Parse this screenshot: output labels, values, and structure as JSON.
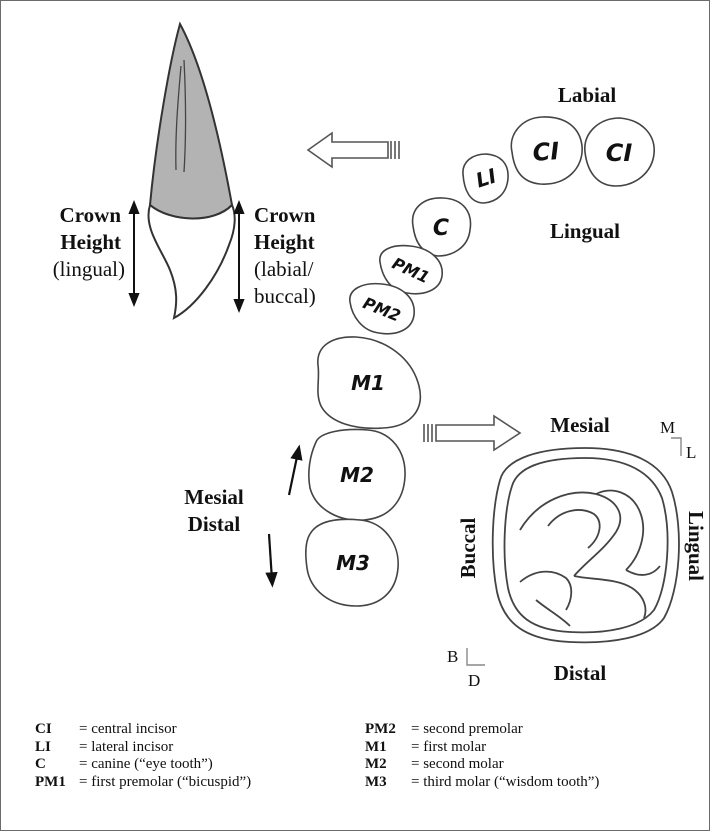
{
  "crown_labels": {
    "left": [
      "Crown",
      "Height",
      "(lingual)"
    ],
    "right": [
      "Crown",
      "Height",
      "(labial/",
      "buccal)"
    ]
  },
  "arch_labels": {
    "top": "Labial",
    "bottom": "Lingual"
  },
  "teeth": [
    "CI",
    "CI",
    "LI",
    "C",
    "PM1",
    "PM2",
    "M1",
    "M2",
    "M3"
  ],
  "mesial_distal": [
    "Mesial",
    "Distal"
  ],
  "molar_view": {
    "top": "Mesial",
    "bottom": "Distal",
    "left": "Buccal",
    "right": "Lingual",
    "orient_top": {
      "a": "M",
      "b": "L"
    },
    "orient_bottom": {
      "a": "B",
      "b": "D"
    }
  },
  "legend": [
    {
      "abbr": "CI",
      "text": "= central incisor"
    },
    {
      "abbr": "LI",
      "text": "= lateral incisor"
    },
    {
      "abbr": "C",
      "text": "= canine (“eye tooth”)"
    },
    {
      "abbr": "PM1",
      "text": "= first premolar (“bicuspid”)"
    },
    {
      "abbr": "PM2",
      "text": "= second premolar"
    },
    {
      "abbr": "M1",
      "text": "= first molar"
    },
    {
      "abbr": "M2",
      "text": "= second molar"
    },
    {
      "abbr": "M3",
      "text": "= third molar (“wisdom tooth”)"
    }
  ]
}
